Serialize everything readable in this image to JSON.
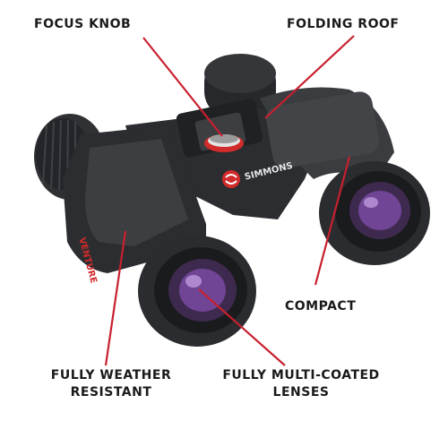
{
  "labels": {
    "focus_knob": "FOCUS KNOB",
    "folding_roof": "FOLDING ROOF",
    "compact": "COMPACT",
    "weather_line1": "FULLY WEATHER",
    "weather_line2": "RESISTANT",
    "lenses_line1": "FULLY MULTI-COATED",
    "lenses_line2": "LENSES"
  },
  "product": {
    "brand": "SIMMONS",
    "model": "VENTURE"
  },
  "colors": {
    "callout_line": "#c8202f",
    "body": "#2b2d30",
    "armor": "#3a3c40",
    "accent_red": "#d12b2b",
    "lens_purple": "#7a4aa3"
  }
}
